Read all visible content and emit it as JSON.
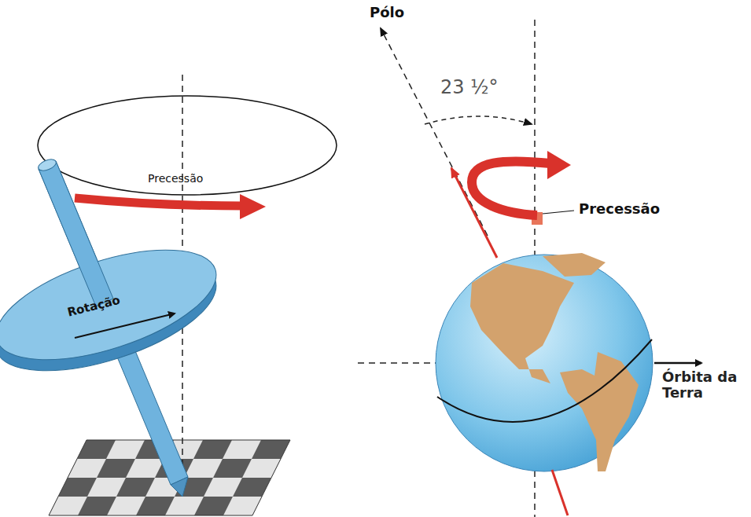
{
  "diagram": {
    "labels": [
      "Precessão",
      "Rotação",
      "Pólo",
      "23 ½°",
      "Precessão",
      "Órbita da Terra"
    ]
  }
}
